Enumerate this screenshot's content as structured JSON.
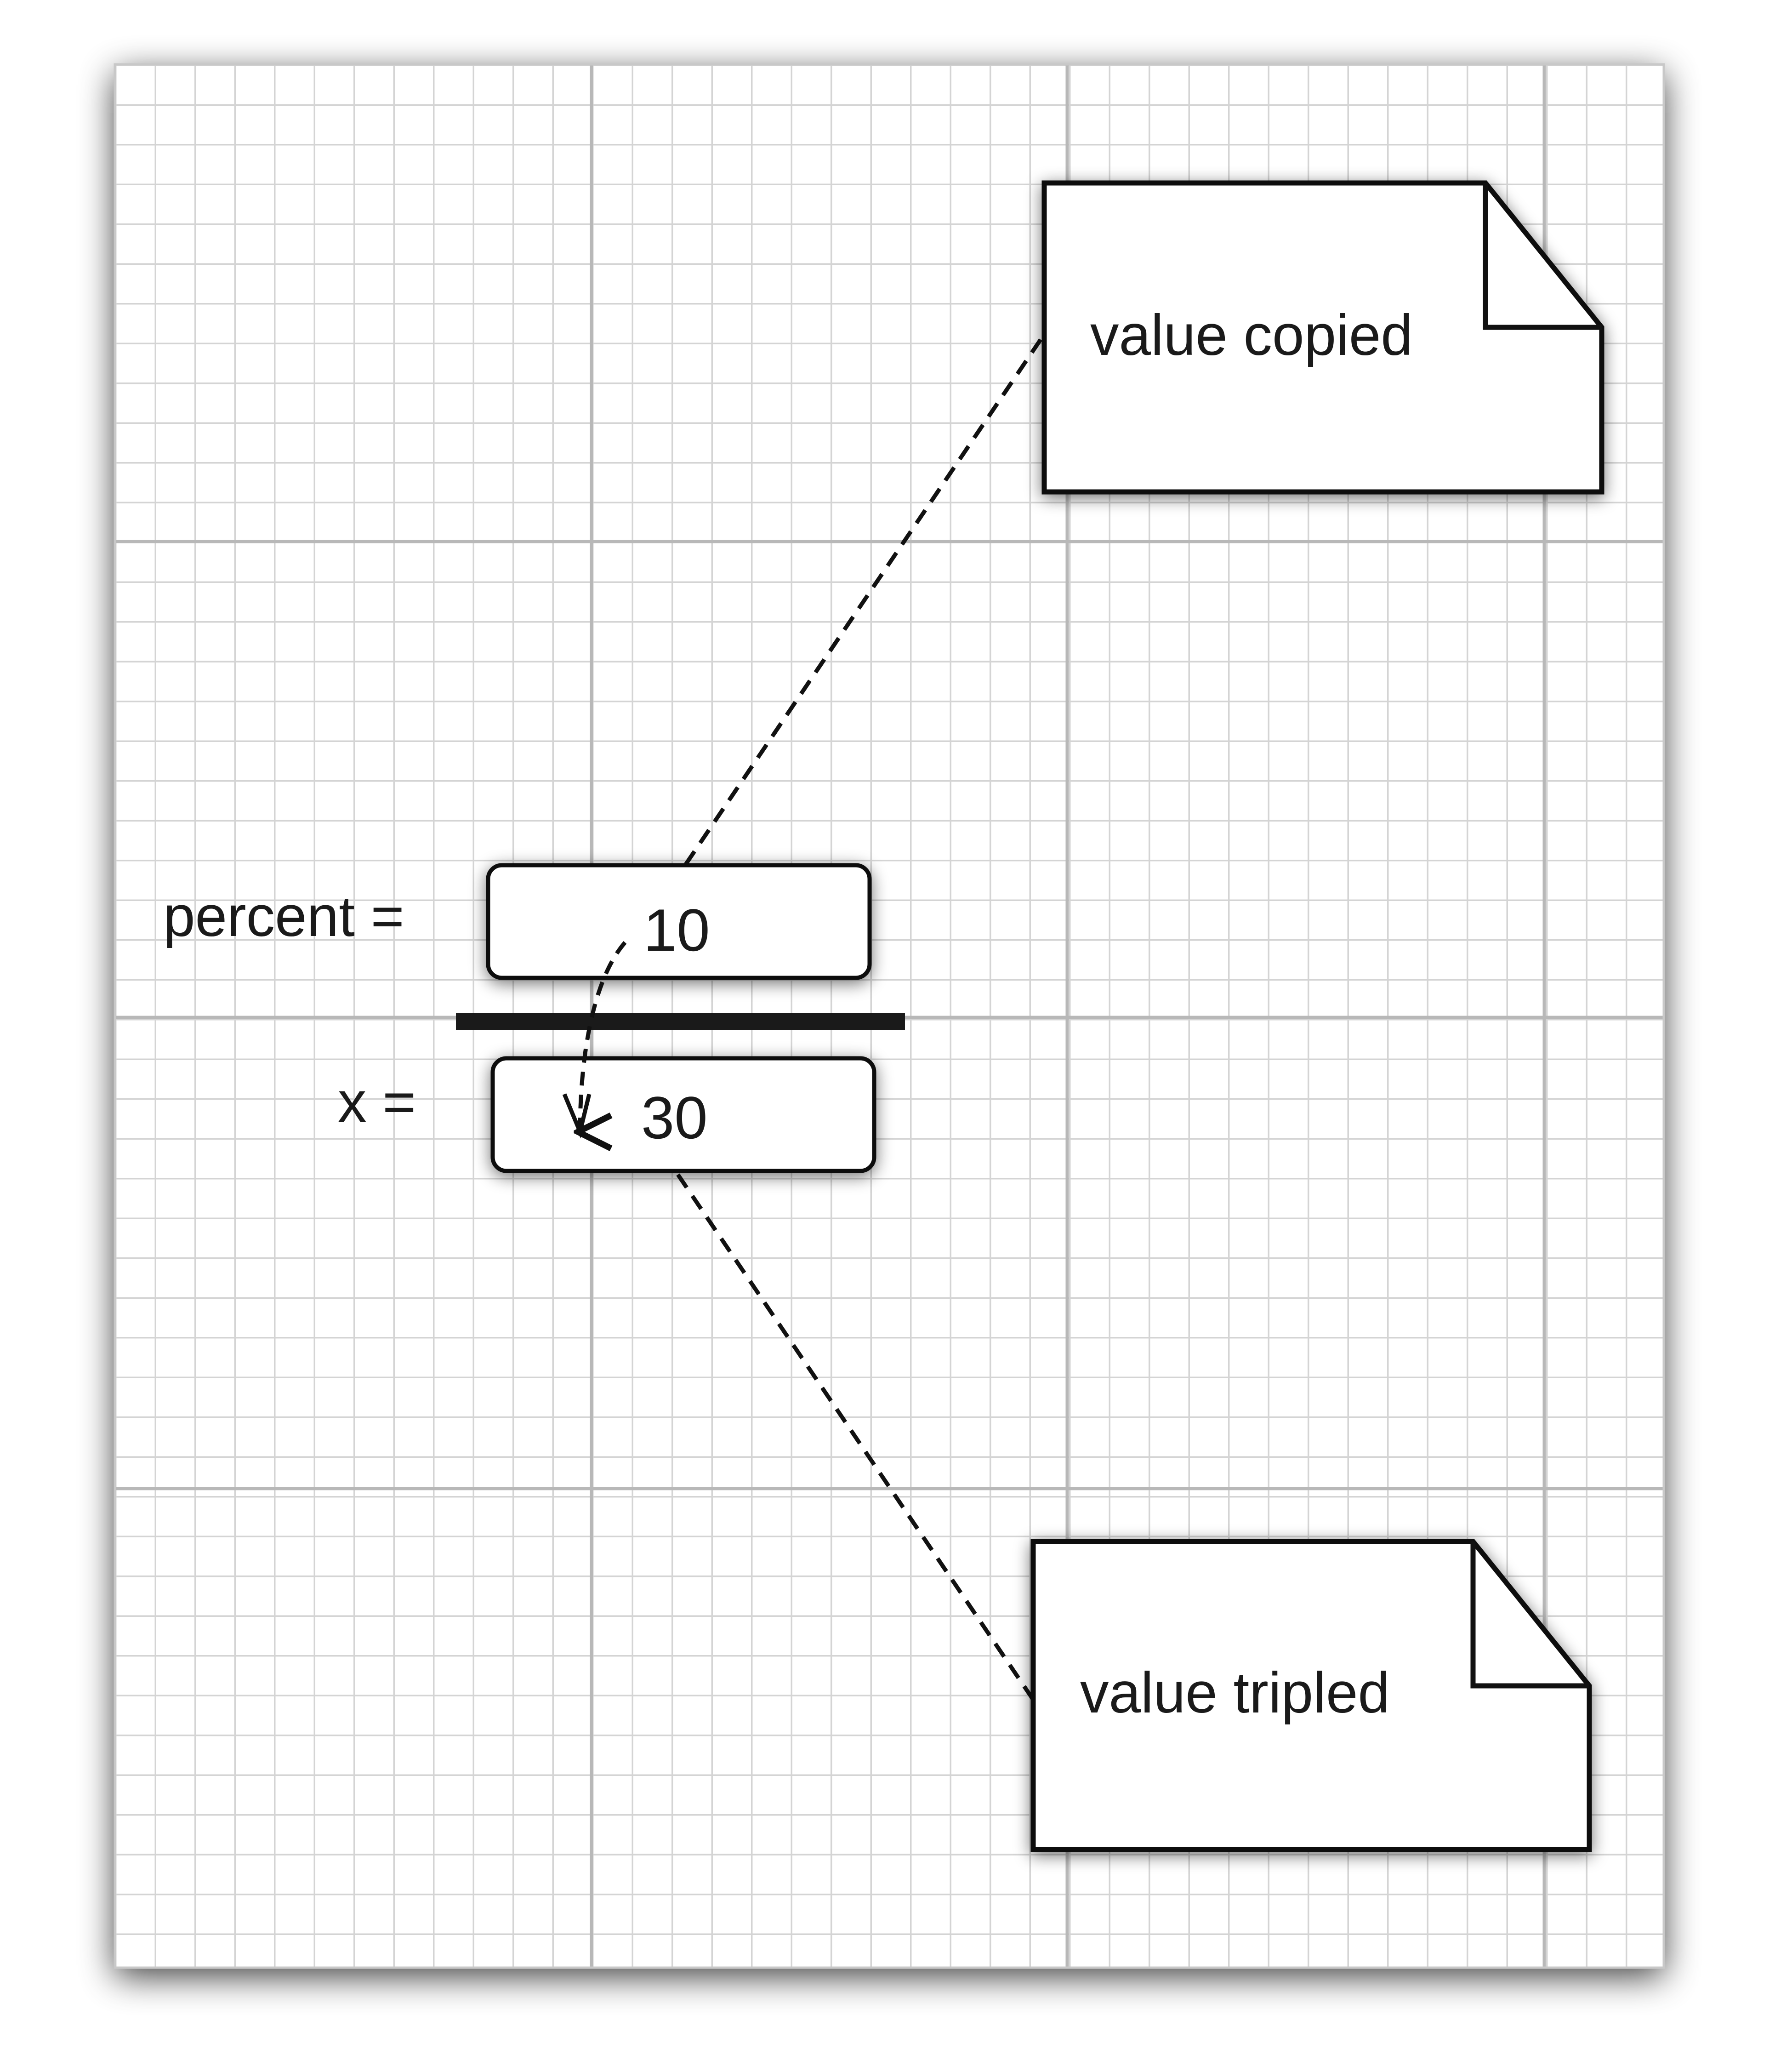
{
  "variables": [
    {
      "name": "percent =",
      "value": "10"
    },
    {
      "name": "x =",
      "value": "30"
    }
  ],
  "notes": [
    {
      "text": "value copied"
    },
    {
      "text": "value tripled"
    }
  ]
}
